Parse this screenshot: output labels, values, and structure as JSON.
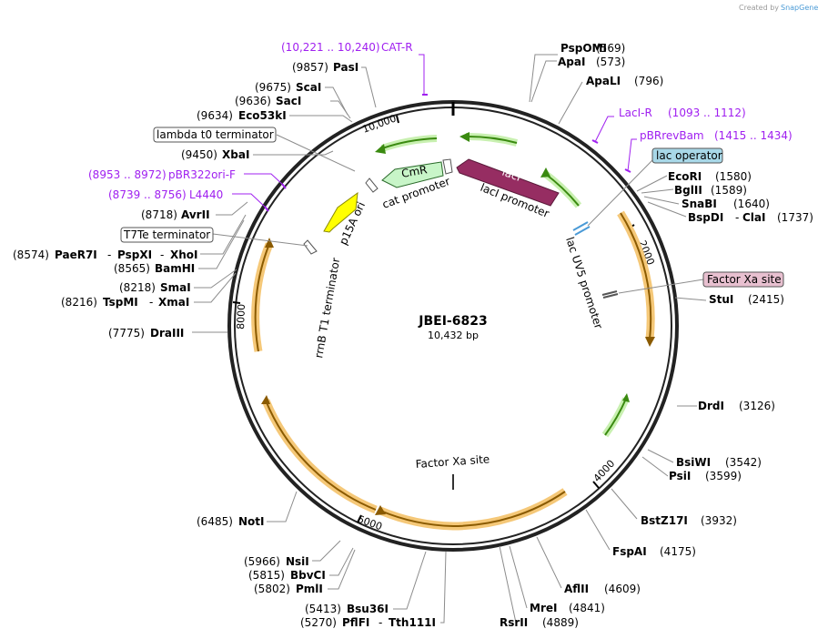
{
  "branding": {
    "created_by": "Created by",
    "app": "SnapGene"
  },
  "plasmid": {
    "name": "JBEI-6823",
    "size": "10,432 bp"
  },
  "ticks": [
    "2000",
    "4000",
    "6000",
    "8000",
    "10,000"
  ],
  "features": {
    "cmr": "CmR",
    "laci": "lacI",
    "laci_promoter": "lacI promoter",
    "cat_promoter": "cat promoter",
    "p15a_ori": "p15A ori",
    "rrnb": "rrnB T1 terminator",
    "lac_uv5": "lac UV5 promoter",
    "factor_xa_inner": "Factor Xa site"
  },
  "boxed": {
    "lac_operator": "lac operator",
    "factor_xa": "Factor Xa site",
    "lambda": "lambda t0 terminator",
    "t7te": "T7Te terminator"
  },
  "primers": [
    {
      "pos": "(10,221 .. 10,240)",
      "name": "CAT-R"
    },
    {
      "pos": "LacI-R",
      "name": "(1093 .. 1112)"
    },
    {
      "pos": "pBRrevBam",
      "name": "(1415 .. 1434)"
    },
    {
      "pos": "(8953 .. 8972)",
      "name": "pBR322ori-F"
    },
    {
      "pos": "(8739 .. 8756)",
      "name": "L4440"
    }
  ],
  "sites_right": [
    {
      "name": "PspOMI",
      "pos": "(569)"
    },
    {
      "name": "ApaI",
      "pos": "(573)"
    },
    {
      "name": "ApaLI",
      "pos": "(796)"
    },
    {
      "name": "EcoRI",
      "pos": "(1580)"
    },
    {
      "name": "BglII",
      "pos": "(1589)"
    },
    {
      "name": "SnaBI",
      "pos": "(1640)"
    },
    {
      "name": "BspDI",
      "extra": "ClaI",
      "pos": "(1737)"
    },
    {
      "name": "StuI",
      "pos": "(2415)"
    },
    {
      "name": "DrdI",
      "pos": "(3126)"
    },
    {
      "name": "BsiWI",
      "pos": "(3542)"
    },
    {
      "name": "PsiI",
      "pos": "(3599)"
    },
    {
      "name": "BstZ17I",
      "pos": "(3932)"
    },
    {
      "name": "FspAI",
      "pos": "(4175)"
    },
    {
      "name": "AflII",
      "pos": "(4609)"
    },
    {
      "name": "MreI",
      "pos": "(4841)"
    },
    {
      "name": "RsrII",
      "pos": "(4889)"
    }
  ],
  "sites_left": [
    {
      "pos": "(9857)",
      "name": "PasI"
    },
    {
      "pos": "(9675)",
      "name": "ScaI"
    },
    {
      "pos": "(9636)",
      "name": "SacI"
    },
    {
      "pos": "(9634)",
      "name": "Eco53kI"
    },
    {
      "pos": "(9450)",
      "name": "XbaI"
    },
    {
      "pos": "(8718)",
      "name": "AvrII"
    },
    {
      "pos": "(8574)",
      "name": "PaeR7I",
      "extra1": "PspXI",
      "extra2": "XhoI"
    },
    {
      "pos": "(8565)",
      "name": "BamHI"
    },
    {
      "pos": "(8218)",
      "name": "SmaI"
    },
    {
      "pos": "(8216)",
      "name": "TspMI",
      "extra": "XmaI"
    },
    {
      "pos": "(7775)",
      "name": "DraIII"
    },
    {
      "pos": "(6485)",
      "name": "NotI"
    },
    {
      "pos": "(5966)",
      "name": "NsiI"
    },
    {
      "pos": "(5815)",
      "name": "BbvCI"
    },
    {
      "pos": "(5802)",
      "name": "PmlI"
    },
    {
      "pos": "(5413)",
      "name": "Bsu36I"
    },
    {
      "pos": "(5270)",
      "name": "PflFI",
      "extra": "Tth111I"
    }
  ],
  "colors": {
    "laci": "#962d62",
    "cmr": "#c8f5c8",
    "ori": "#ffff00",
    "orf": "#f5c878",
    "promoter": "#6ebe2a",
    "primer": "#a020f0"
  }
}
